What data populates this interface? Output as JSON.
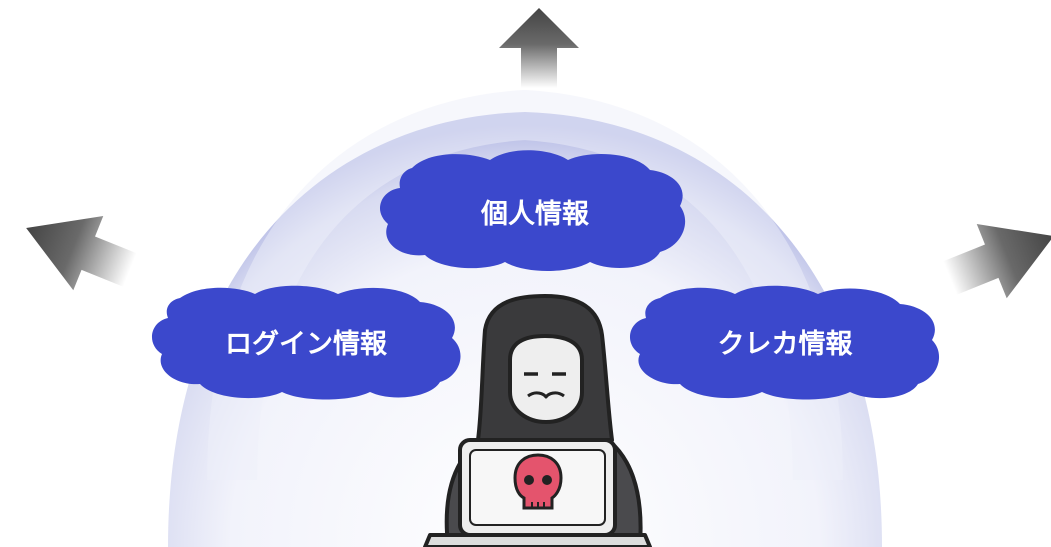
{
  "labels": {
    "center": "個人情報",
    "left": "ログイン情報",
    "right": "クレカ情報"
  },
  "colors": {
    "cloud": "#3b48cc",
    "dome_edge": "#a8aee0",
    "arrow": "#444444",
    "hood": "#3a3a3c",
    "skull": "#e4546d",
    "screen": "#f5f5f5"
  },
  "icons": {
    "hacker": "hooded-hacker-icon",
    "skull": "skull-icon",
    "arrow": "arrow-icon"
  }
}
